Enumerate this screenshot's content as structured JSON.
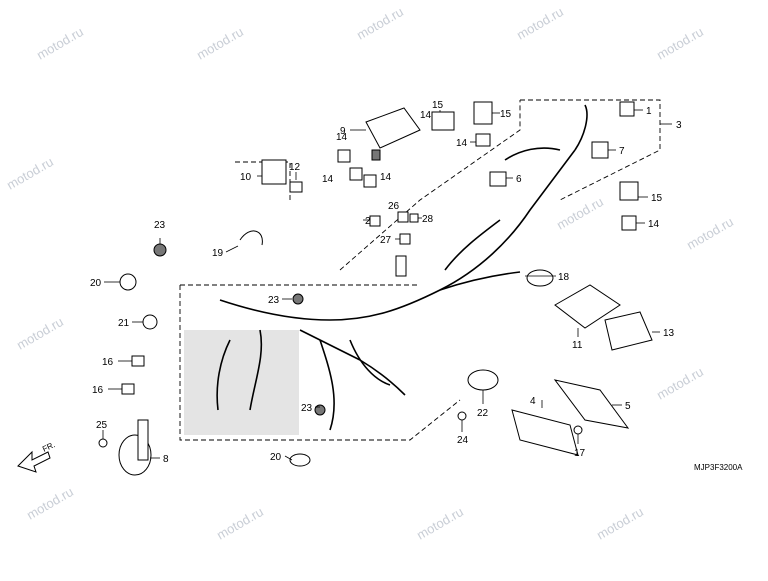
{
  "diagram": {
    "drawing_code": "MJP3F3200A",
    "front_marker": "FR.",
    "watermark": "motod.ru",
    "callouts": [
      {
        "id": "c1",
        "label": "1"
      },
      {
        "id": "c2",
        "label": "2"
      },
      {
        "id": "c3",
        "label": "3"
      },
      {
        "id": "c4",
        "label": "4"
      },
      {
        "id": "c5",
        "label": "5"
      },
      {
        "id": "c6",
        "label": "6"
      },
      {
        "id": "c7",
        "label": "7"
      },
      {
        "id": "c8",
        "label": "8"
      },
      {
        "id": "c9",
        "label": "9"
      },
      {
        "id": "c10",
        "label": "10"
      },
      {
        "id": "c11",
        "label": "11"
      },
      {
        "id": "c12",
        "label": "12"
      },
      {
        "id": "c13",
        "label": "13"
      },
      {
        "id": "c14a",
        "label": "14"
      },
      {
        "id": "c14b",
        "label": "14"
      },
      {
        "id": "c14c",
        "label": "14"
      },
      {
        "id": "c14d",
        "label": "14"
      },
      {
        "id": "c14e",
        "label": "14"
      },
      {
        "id": "c14f",
        "label": "14"
      },
      {
        "id": "c15a",
        "label": "15"
      },
      {
        "id": "c15b",
        "label": "15"
      },
      {
        "id": "c15c",
        "label": "15"
      },
      {
        "id": "c16a",
        "label": "16"
      },
      {
        "id": "c16b",
        "label": "16"
      },
      {
        "id": "c17",
        "label": "17"
      },
      {
        "id": "c18",
        "label": "18"
      },
      {
        "id": "c19",
        "label": "19"
      },
      {
        "id": "c20a",
        "label": "20"
      },
      {
        "id": "c20b",
        "label": "20"
      },
      {
        "id": "c21",
        "label": "21"
      },
      {
        "id": "c22",
        "label": "22"
      },
      {
        "id": "c23a",
        "label": "23"
      },
      {
        "id": "c23b",
        "label": "23"
      },
      {
        "id": "c23c",
        "label": "23"
      },
      {
        "id": "c24",
        "label": "24"
      },
      {
        "id": "c25",
        "label": "25"
      },
      {
        "id": "c26",
        "label": "26"
      },
      {
        "id": "c27",
        "label": "27"
      },
      {
        "id": "c28",
        "label": "28"
      }
    ]
  }
}
